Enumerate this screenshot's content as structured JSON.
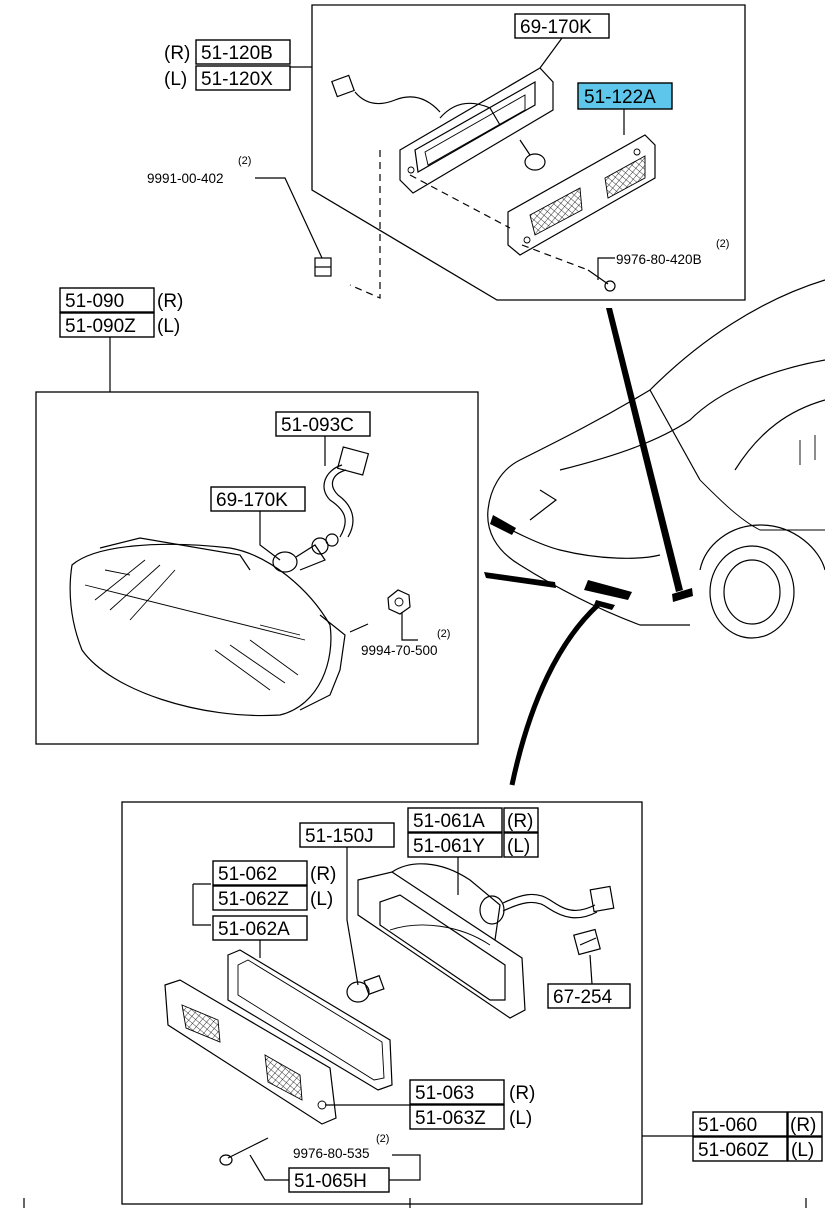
{
  "top_assembly": {
    "lamp_r_tag": "(R)",
    "lamp_r": "51-120B",
    "lamp_l_tag": "(L)",
    "lamp_l": "51-120X",
    "bulb": "69-170K",
    "lens": "51-122A",
    "screw_qty": "(2)",
    "screw": "9991-00-402",
    "screw2_qty": "(2)",
    "screw2": "9976-80-420B"
  },
  "fog_assembly": {
    "lamp_r": "51-090",
    "lamp_r_tag": "(R)",
    "lamp_l": "51-090Z",
    "lamp_l_tag": "(L)",
    "harness": "51-093C",
    "bulb": "69-170K",
    "nut_qty": "(2)",
    "nut": "9994-70-500"
  },
  "front_assembly": {
    "bulb": "51-150J",
    "socket_r": "51-061A",
    "socket_r_tag": "(R)",
    "socket_l": "51-061Y",
    "socket_l_tag": "(L)",
    "gasket_r": "51-062",
    "gasket_r_tag": "(R)",
    "gasket_l": "51-062Z",
    "gasket_l_tag": "(L)",
    "gasket_a": "51-062A",
    "connector": "67-254",
    "lens_r": "51-063",
    "lens_r_tag": "(R)",
    "lens_l": "51-063Z",
    "lens_l_tag": "(L)",
    "screw_qty": "(2)",
    "screw": "9976-80-535",
    "screw_part": "51-065H",
    "lamp_r": "51-060",
    "lamp_r_tag": "(R)",
    "lamp_l": "51-060Z",
    "lamp_l_tag": "(L)"
  },
  "colors": {
    "highlight": "#5ec6ea",
    "ink": "#000000",
    "paper": "#ffffff"
  }
}
